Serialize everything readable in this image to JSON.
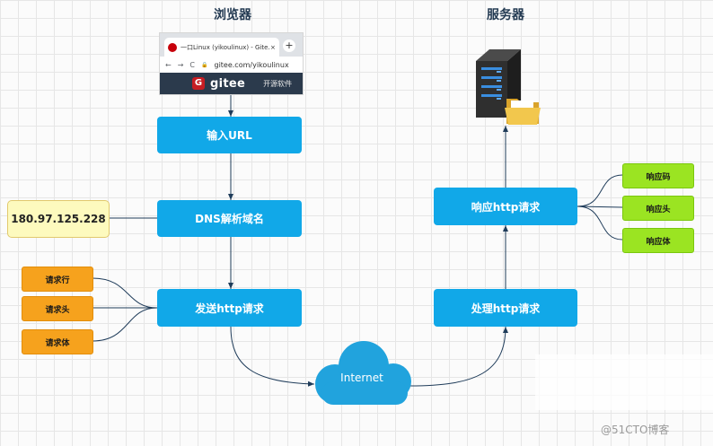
{
  "headings": {
    "browser": "浏览器",
    "server": "服务器"
  },
  "browser_window": {
    "tab_title": "一口Linux (yikoulinux) - Gite...",
    "tab_close": "×",
    "new_tab": "+",
    "nav_back": "←",
    "nav_forward": "→",
    "nav_reload": "C",
    "lock": "🔒",
    "url": "gitee.com/yikoulinux",
    "banner_logo": "G",
    "banner_brand": "gitee",
    "banner_tagline": "开源软件"
  },
  "flow": {
    "input_url": "输入URL",
    "dns": "DNS解析域名",
    "send_request": "发送http请求",
    "internet": "Internet",
    "process_request": "处理http请求",
    "response_request": "响应http请求"
  },
  "ip_address": "180.97.125.228",
  "request_parts": [
    "请求行",
    "请求头",
    "请求体"
  ],
  "response_parts": [
    "响应码",
    "响应头",
    "响应体"
  ],
  "watermark": "@51CTO博客",
  "colors": {
    "flow_box": "#11a8e8",
    "request_parts": "#f6a21d",
    "response_parts": "#9be422",
    "ip_box": "#fdfabe",
    "cloud": "#21a3dd",
    "heading": "#233a52"
  },
  "icons": {
    "server": "server-rack-icon",
    "folder": "folder-icon",
    "cloud": "cloud-icon"
  }
}
